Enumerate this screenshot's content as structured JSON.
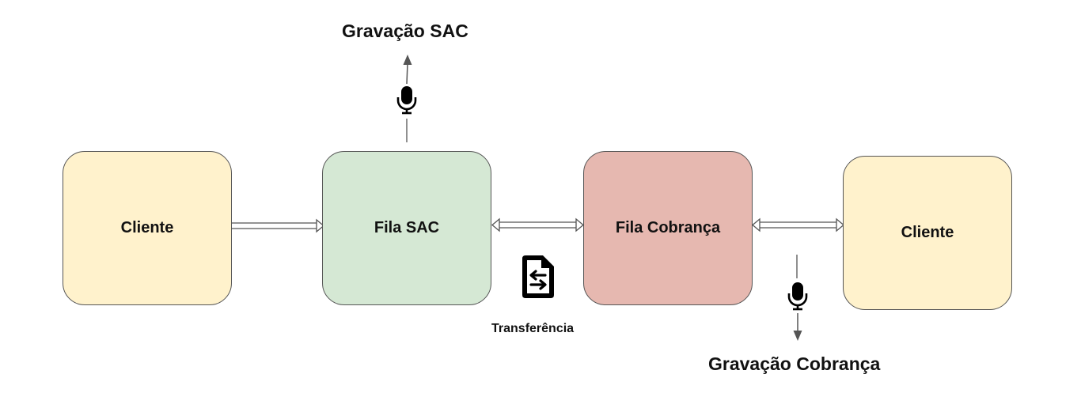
{
  "nodes": {
    "cliente_left": {
      "label": "Cliente"
    },
    "fila_sac": {
      "label": "Fila SAC"
    },
    "fila_cobranca": {
      "label": "Fila Cobrança"
    },
    "cliente_right": {
      "label": "Cliente"
    }
  },
  "labels": {
    "gravacao_sac": "Gravação SAC",
    "gravacao_cobranca": "Gravação Cobrança",
    "transferencia": "Transferência"
  },
  "colors": {
    "cliente_fill": "#fff2cc",
    "fila_sac_fill": "#d5e8d4",
    "fila_cobranca_fill": "#e6b8b0",
    "border": "#555555",
    "arrow": "#555555",
    "icon": "#000000"
  },
  "icons": {
    "microphone_sac": "microphone-icon",
    "microphone_cobranca": "microphone-icon",
    "transfer": "file-transfer-icon"
  }
}
